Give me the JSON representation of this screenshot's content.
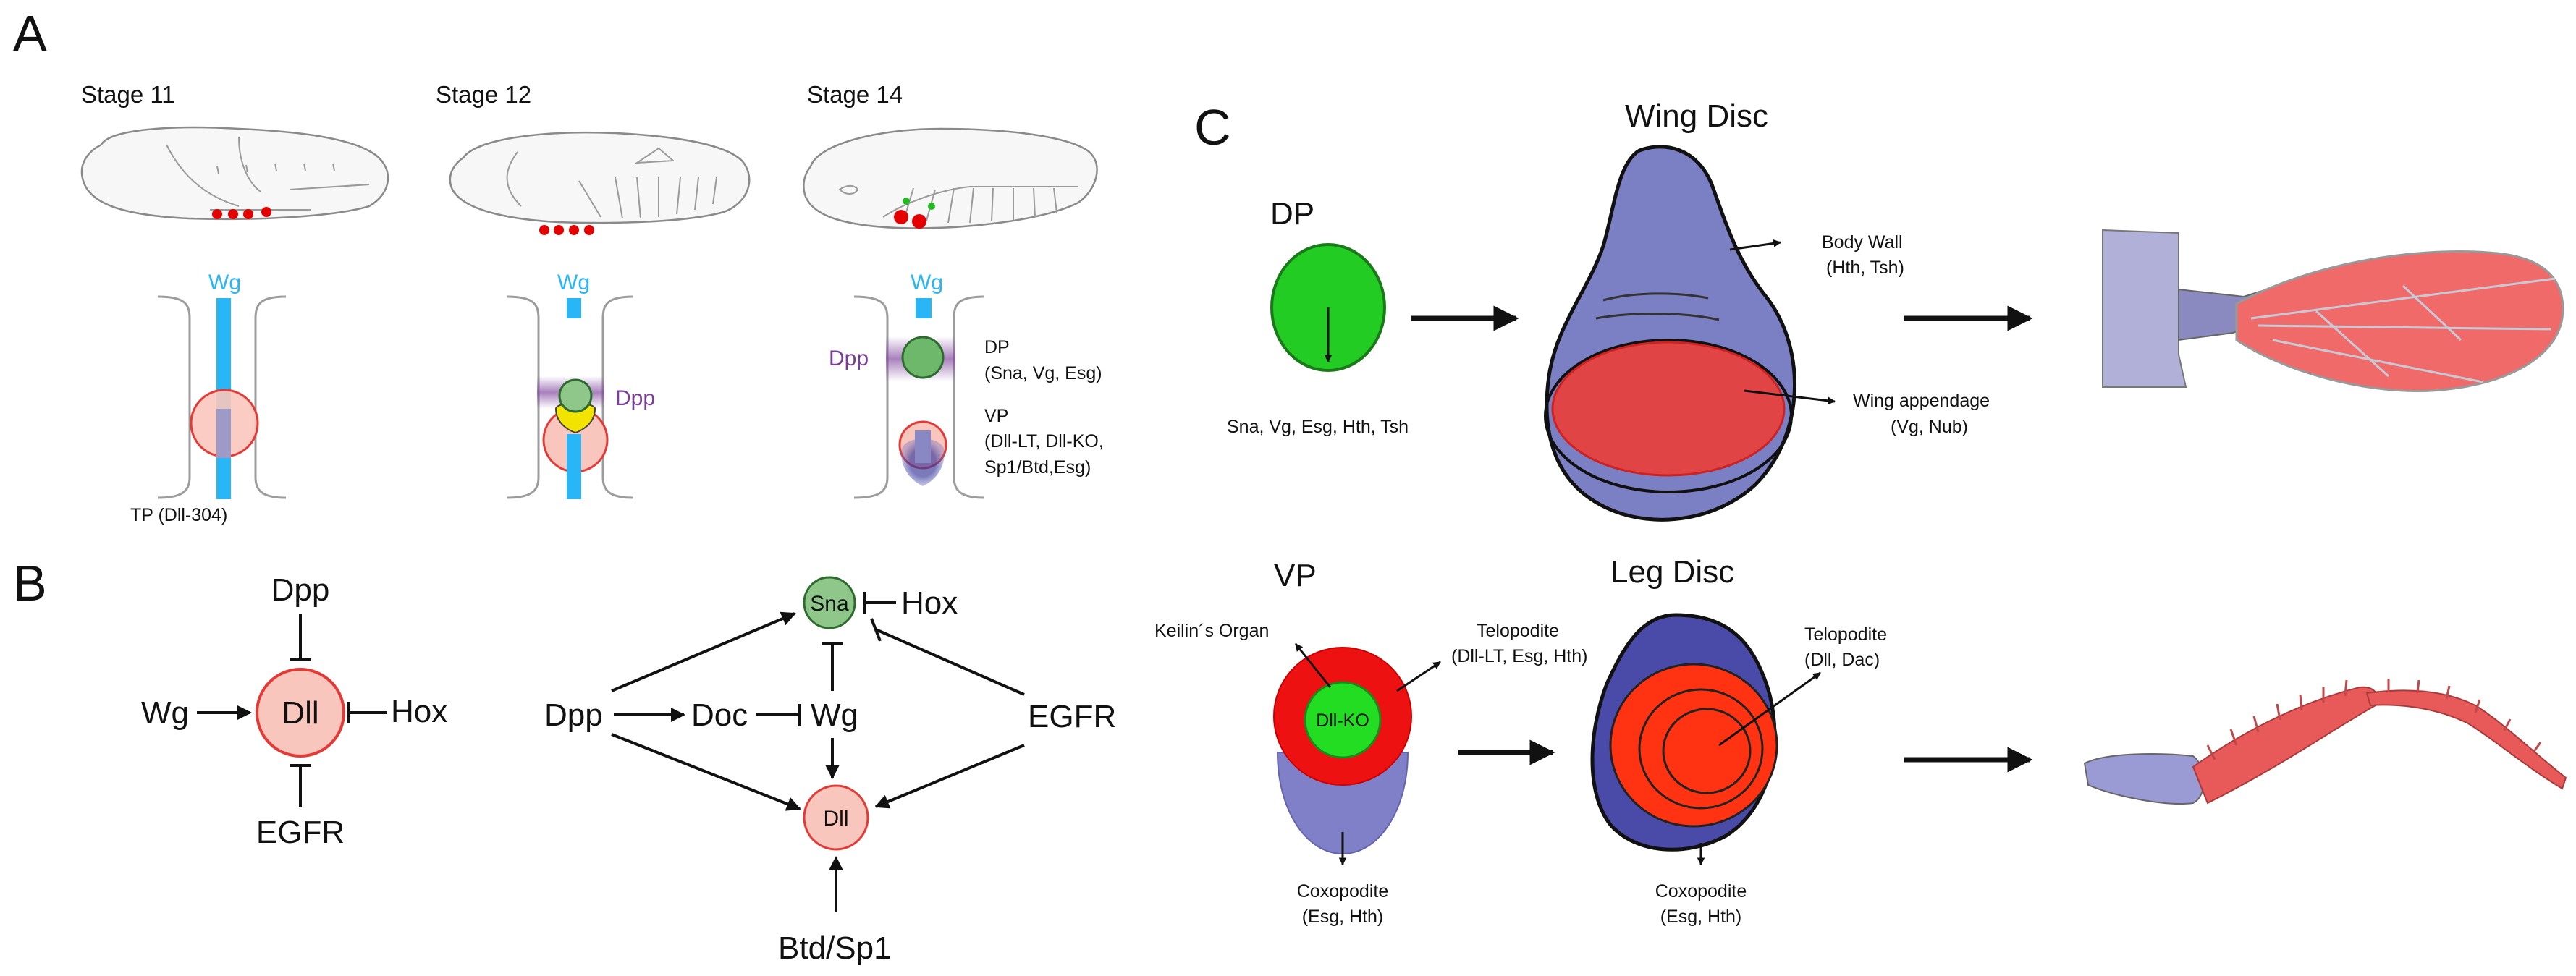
{
  "panels": {
    "a": "A",
    "b": "B",
    "c": "C"
  },
  "panel_a": {
    "stages": [
      "Stage 11",
      "Stage 12",
      "Stage 14"
    ],
    "wg": "Wg",
    "dpp": "Dpp",
    "tp_label": "TP (Dll-304)",
    "dp_label": "DP",
    "dp_genes": "(Sna, Vg, Esg)",
    "vp_label": "VP",
    "vp_genes_1": "(Dll-LT, Dll-KO,",
    "vp_genes_2": "Sp1/Btd,Esg)"
  },
  "panel_b": {
    "left": {
      "center": "Dll",
      "top": "Dpp",
      "left": "Wg",
      "right": "Hox",
      "bottom": "EGFR"
    },
    "right": {
      "dpp": "Dpp",
      "doc": "Doc",
      "wg": "Wg",
      "sna": "Sna",
      "hox": "Hox",
      "egfr": "EGFR",
      "dll": "Dll",
      "btd": "Btd/Sp1"
    }
  },
  "panel_c": {
    "wing_disc_title": "Wing Disc",
    "dp": "DP",
    "dp_genes": "Sna, Vg, Esg, Hth, Tsh",
    "body_wall": "Body Wall",
    "body_wall_genes": "(Hth, Tsh)",
    "wing_appendage": "Wing appendage",
    "wing_appendage_genes": "(Vg, Nub)",
    "vp": "VP",
    "leg_disc_title": "Leg Disc",
    "keilin": "Keilin´s Organ",
    "dll_ko": "Dll-KO",
    "telopodite_vp": "Telopodite",
    "telopodite_vp_genes": "(Dll-LT, Esg, Hth)",
    "coxopodite_vp": "Coxopodite",
    "coxopodite_vp_genes": "(Esg, Hth)",
    "telopodite_leg": "Telopodite",
    "telopodite_leg_genes": "(Dll, Dac)",
    "coxopodite_leg": "Coxopodite",
    "coxopodite_leg_genes": "(Esg, Hth)"
  },
  "colors": {
    "wg": "#29b6f6",
    "dpp": "#7a3d99",
    "dll_fill": "#f9c6bd",
    "dll_stroke": "#e53935",
    "sna_fill": "#8fc68a",
    "dp_green": "#22cc22",
    "disc_blue": "#7b7fc4",
    "disc_red": "#e04444",
    "vp_red": "#ee1111",
    "leg_red": "#f45a5a",
    "yellow": "#f2e400",
    "navy": "#3a3aa0"
  }
}
